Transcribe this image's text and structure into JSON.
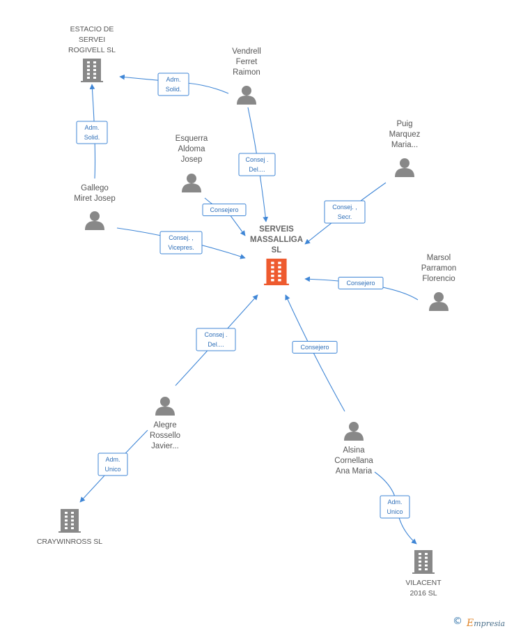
{
  "diagram": {
    "central": {
      "name_lines": [
        "SERVEIS",
        "MASSALLIGA",
        "SL"
      ],
      "color": "#ee5a2e",
      "icon": "building-icon"
    },
    "companies": [
      {
        "id": "estacio",
        "name_lines": [
          "ESTACIO DE",
          "SERVEI",
          "ROGIVELL  SL"
        ],
        "icon": "building-icon"
      },
      {
        "id": "craywinross",
        "name_lines": [
          "CRAYWINROSS SL"
        ],
        "icon": "building-icon"
      },
      {
        "id": "vilacent",
        "name_lines": [
          "VILACENT",
          "2016  SL"
        ],
        "icon": "building-icon"
      }
    ],
    "people": [
      {
        "id": "vendrell",
        "name_lines": [
          "Vendrell",
          "Ferret",
          "Raimon"
        ],
        "icon": "person-icon"
      },
      {
        "id": "puig",
        "name_lines": [
          "Puig",
          "Marquez",
          "Maria..."
        ],
        "icon": "person-icon"
      },
      {
        "id": "esquerra",
        "name_lines": [
          "Esquerra",
          "Aldoma",
          "Josep"
        ],
        "icon": "person-icon"
      },
      {
        "id": "gallego",
        "name_lines": [
          "Gallego",
          "Miret Josep"
        ],
        "icon": "person-icon"
      },
      {
        "id": "marsol",
        "name_lines": [
          "Marsol",
          "Parramon",
          "Florencio"
        ],
        "icon": "person-icon"
      },
      {
        "id": "alegre",
        "name_lines": [
          "Alegre",
          "Rossello",
          "Javier..."
        ],
        "icon": "person-icon"
      },
      {
        "id": "alsina",
        "name_lines": [
          "Alsina",
          "Cornellana",
          "Ana Maria"
        ],
        "icon": "person-icon"
      }
    ],
    "edges": [
      {
        "from": "vendrell",
        "to": "estacio",
        "label_lines": [
          "Adm.",
          "Solid."
        ]
      },
      {
        "from": "gallego",
        "to": "estacio",
        "label_lines": [
          "Adm.",
          "Solid."
        ]
      },
      {
        "from": "vendrell",
        "to": "central",
        "label_lines": [
          "Consej .",
          "Del...."
        ]
      },
      {
        "from": "esquerra",
        "to": "central",
        "label_lines": [
          "Consejero"
        ]
      },
      {
        "from": "puig",
        "to": "central",
        "label_lines": [
          "Consej. ,",
          "Secr."
        ]
      },
      {
        "from": "gallego",
        "to": "central",
        "label_lines": [
          "Consej. ,",
          "Vicepres."
        ]
      },
      {
        "from": "marsol",
        "to": "central",
        "label_lines": [
          "Consejero"
        ]
      },
      {
        "from": "alegre",
        "to": "central",
        "label_lines": [
          "Consej .",
          "Del...."
        ]
      },
      {
        "from": "alsina",
        "to": "central",
        "label_lines": [
          "Consejero"
        ]
      },
      {
        "from": "alegre",
        "to": "craywinross",
        "label_lines": [
          "Adm.",
          "Unico"
        ]
      },
      {
        "from": "alsina",
        "to": "vilacent",
        "label_lines": [
          "Adm.",
          "Unico"
        ]
      }
    ],
    "colors": {
      "edge": "#3f86d6",
      "node_icon": "#888888",
      "label_text": "#555555"
    }
  },
  "footer": {
    "copyright_symbol": "©",
    "brand_initial": "E",
    "brand_rest": "mpresia"
  }
}
